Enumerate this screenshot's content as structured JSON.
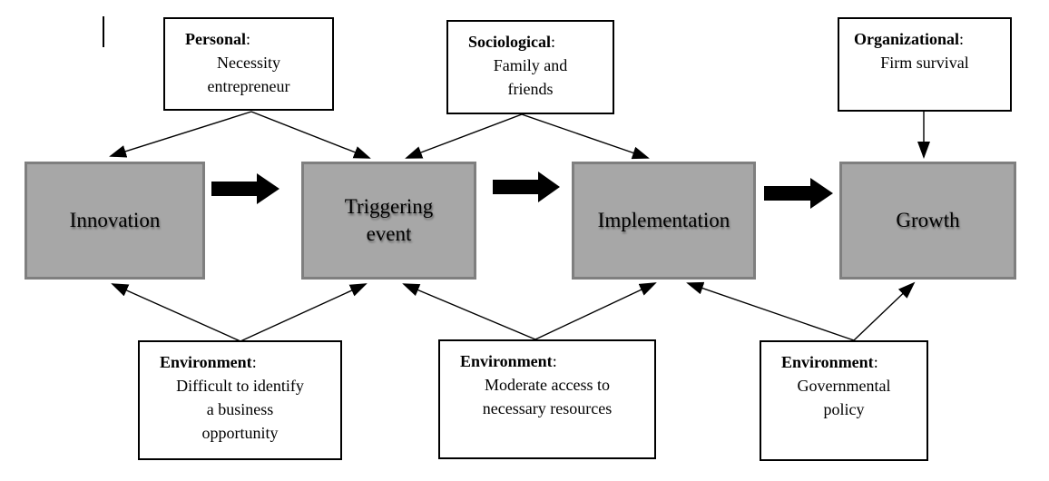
{
  "diagram": {
    "top_boxes": [
      {
        "title": "Personal",
        "suffix": ":",
        "lines": [
          "Necessity",
          "entrepreneur"
        ]
      },
      {
        "title": "Sociological",
        "suffix": ":",
        "lines": [
          "Family and",
          "friends"
        ]
      },
      {
        "title": "Organizational",
        "suffix": ":",
        "lines": [
          "Firm survival"
        ]
      }
    ],
    "main_boxes": [
      {
        "lines": [
          "Innovation"
        ]
      },
      {
        "lines": [
          "Triggering",
          "event"
        ]
      },
      {
        "lines": [
          "Implementation"
        ]
      },
      {
        "lines": [
          "Growth"
        ]
      }
    ],
    "bottom_boxes": [
      {
        "title": "Environment",
        "suffix": ":",
        "lines": [
          "Difficult to identify",
          "a business",
          "opportunity"
        ]
      },
      {
        "title": "Environment",
        "suffix": ":",
        "lines": [
          "Moderate access to",
          "necessary resources"
        ]
      },
      {
        "title": "Environment",
        "suffix": ":",
        "lines": [
          "Governmental",
          "policy"
        ]
      }
    ],
    "colors": {
      "stage_fill": "#a7a7a7",
      "stage_border": "#7f7f7f",
      "note_border": "#000000",
      "arrow": "#000000"
    }
  }
}
